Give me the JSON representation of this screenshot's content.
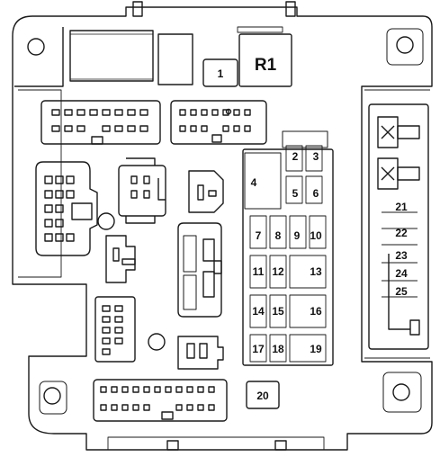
{
  "labels": {
    "relay_1": "1",
    "relay_r1": "R1",
    "fuse_2": "2",
    "fuse_3": "3",
    "fuse_4": "4",
    "fuse_5": "5",
    "fuse_6": "6",
    "fuse_7": "7",
    "fuse_8": "8",
    "fuse_9": "9",
    "fuse_10": "10",
    "fuse_11": "11",
    "fuse_12": "12",
    "fuse_13": "13",
    "fuse_14": "14",
    "fuse_15": "15",
    "fuse_16": "16",
    "fuse_17": "17",
    "fuse_18": "18",
    "fuse_19": "19",
    "fuse_20": "20",
    "fuse_21": "21",
    "fuse_22": "22",
    "fuse_23": "23",
    "fuse_24": "24",
    "fuse_25": "25"
  },
  "colors": {
    "line": "#1a1a1a",
    "background": "#ffffff"
  }
}
